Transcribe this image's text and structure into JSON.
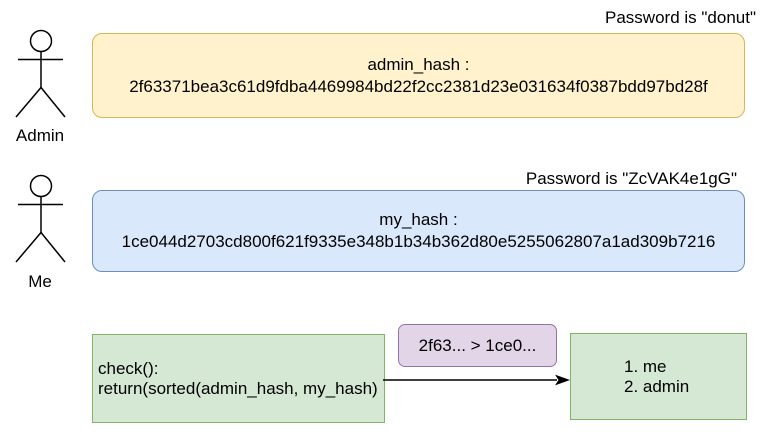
{
  "diagram": {
    "background": "#ffffff",
    "text_color": "#000000",
    "admin": {
      "actor": "Admin",
      "actor_icon": "stick-figure-person",
      "password_note": "Password is \"donut\"",
      "hash_box": {
        "label": "admin_hash :",
        "value": "2f63371bea3c61d9fdba4469984bd22f2cc2381d23e031634f0387bdd97bd28f",
        "fill": "#fff2cc",
        "border": "#d6b656"
      }
    },
    "me": {
      "actor": "Me",
      "actor_icon": "stick-figure-person",
      "password_note": "Password is \"ZcVAK4e1gG\"",
      "hash_box": {
        "label": "my_hash :",
        "value": "1ce044d2703cd800f621f9335e348b1b34b362d80e5255062807a1ad309b7216",
        "fill": "#dae8fc",
        "border": "#6c8ebf"
      }
    },
    "flow": {
      "check_box": {
        "line1": "check():",
        "line2": "return(sorted(admin_hash, my_hash)",
        "fill": "#d5e8d4",
        "border": "#82b366"
      },
      "comparison_badge": {
        "text": "2f63... > 1ce0...",
        "fill": "#e1d5e7",
        "border": "#9673a6"
      },
      "arrow_color": "#000000",
      "result_box": {
        "items": [
          "1. me",
          "2. admin"
        ],
        "fill": "#d5e8d4",
        "border": "#82b366"
      }
    }
  }
}
